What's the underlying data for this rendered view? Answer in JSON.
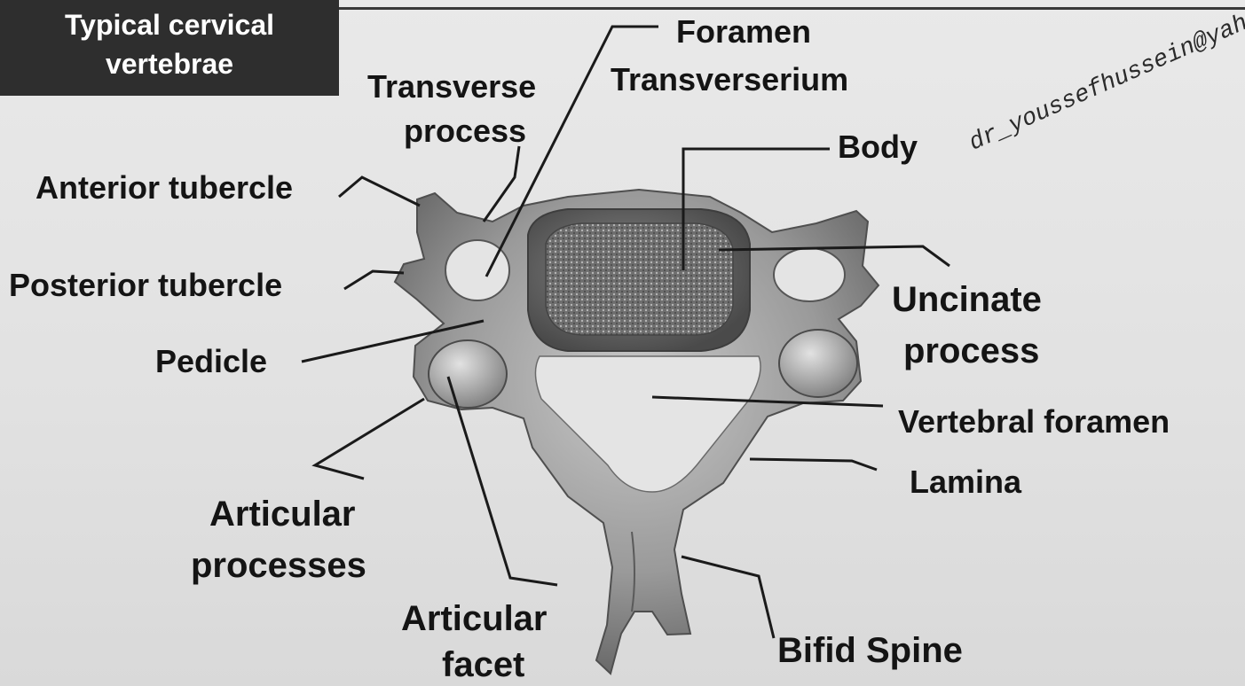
{
  "title": {
    "line1": "Typical cervical",
    "line2": "vertebrae"
  },
  "labels": {
    "foramen_transversarium_1": "Foramen",
    "foramen_transversarium_2": "Transverserium",
    "transverse_process_1": "Transverse",
    "transverse_process_2": "process",
    "body": "Body",
    "anterior_tubercle": "Anterior tubercle",
    "posterior_tubercle": "Posterior  tubercle",
    "pedicle": "Pedicle",
    "uncinate_process_1": "Uncinate",
    "uncinate_process_2": "process",
    "vertebral_foramen": "Vertebral foramen",
    "lamina": "Lamina",
    "articular_processes_1": "Articular",
    "articular_processes_2": "processes",
    "articular_facet_1": "Articular",
    "articular_facet_2": "facet",
    "bifid_spine": "Bifid Spine"
  },
  "watermark": "dr_youssefhussein@yahoo.co",
  "colors": {
    "title_bg": "#2e2e2e",
    "background": "#e3e3e3",
    "bone": "#7d7d7d",
    "text": "#141414"
  }
}
